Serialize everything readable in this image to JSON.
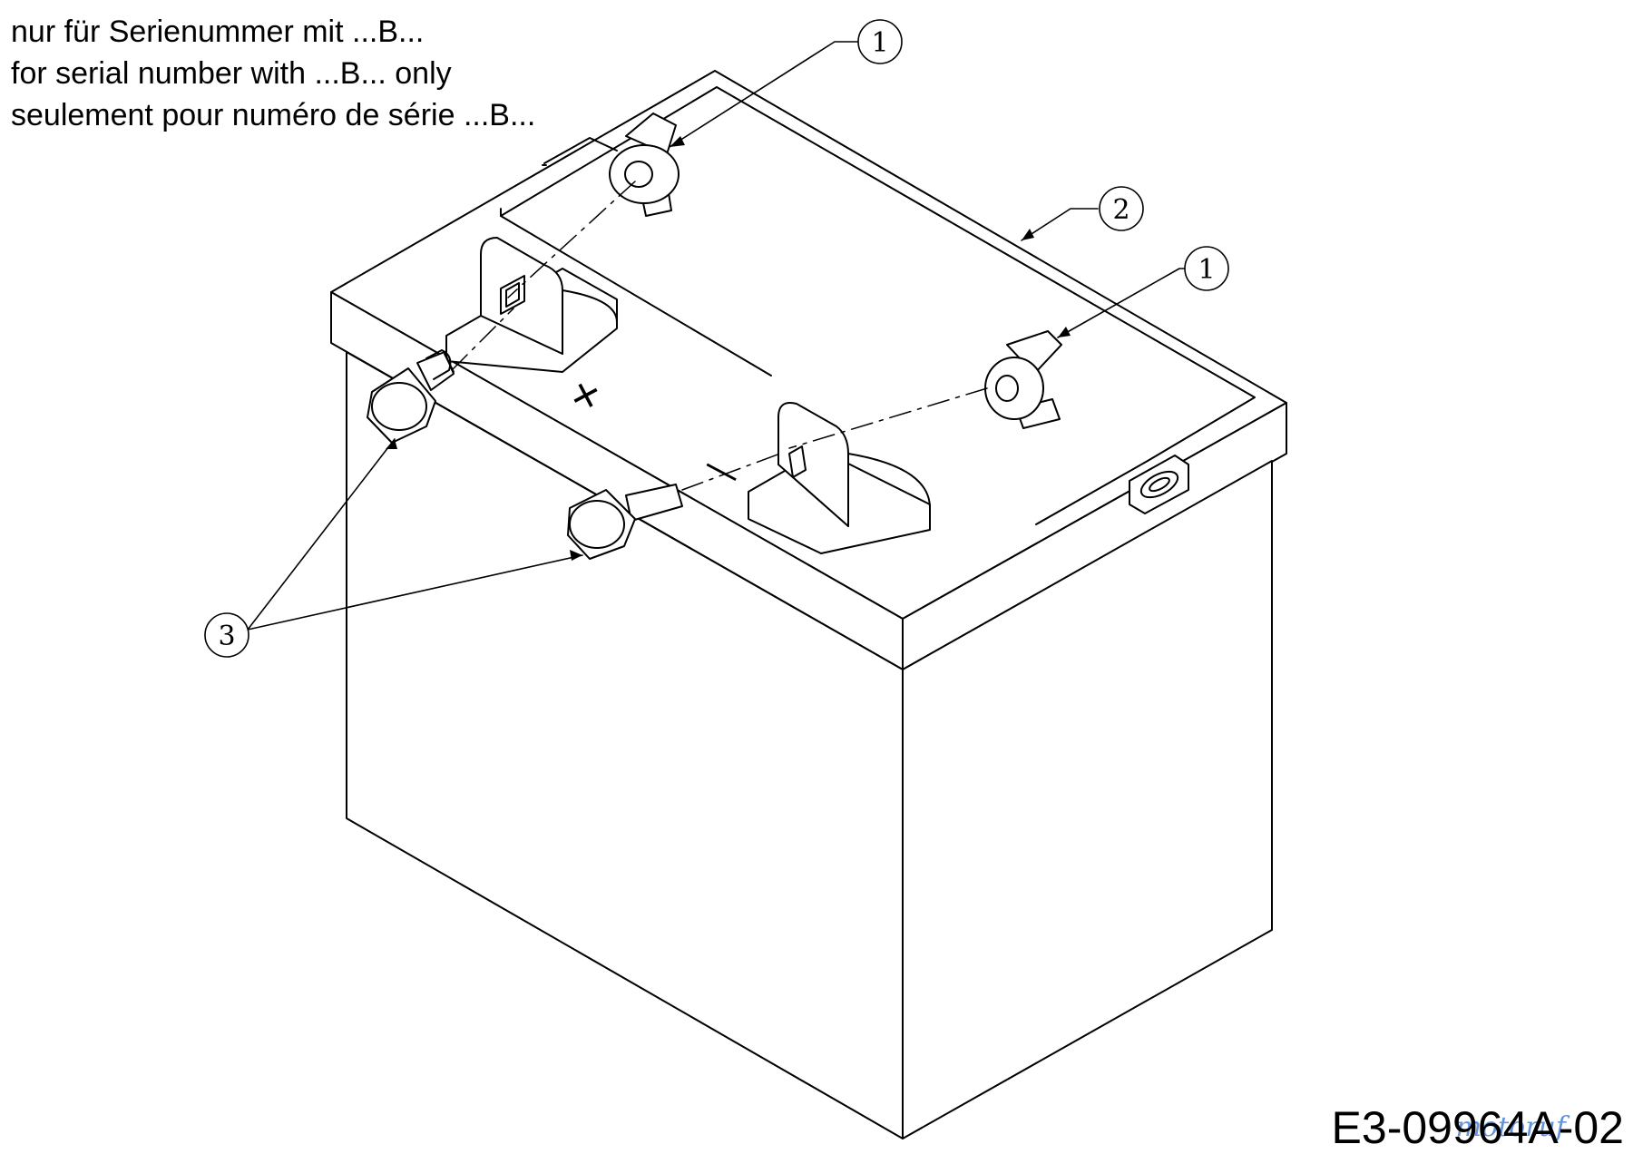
{
  "note": {
    "lines": [
      "nur für Serienummer mit ...B...",
      "for serial number with ...B... only",
      "seulement pour numéro de série ...B..."
    ]
  },
  "callouts": [
    {
      "label": "1",
      "part": "terminal-cap"
    },
    {
      "label": "2",
      "part": "battery"
    },
    {
      "label": "1",
      "part": "terminal-cap"
    },
    {
      "label": "3",
      "part": "terminal-bolt"
    }
  ],
  "terminals": {
    "positive_symbol": "+",
    "negative_symbol": "—"
  },
  "drawing_id": "E3-09964A-02",
  "watermark": "motoruf",
  "colors": {
    "line": "#000000",
    "background": "#ffffff",
    "watermark": [
      "#d0342c",
      "#2f6fd1",
      "#2e9a3c",
      "#e0b21b"
    ]
  }
}
